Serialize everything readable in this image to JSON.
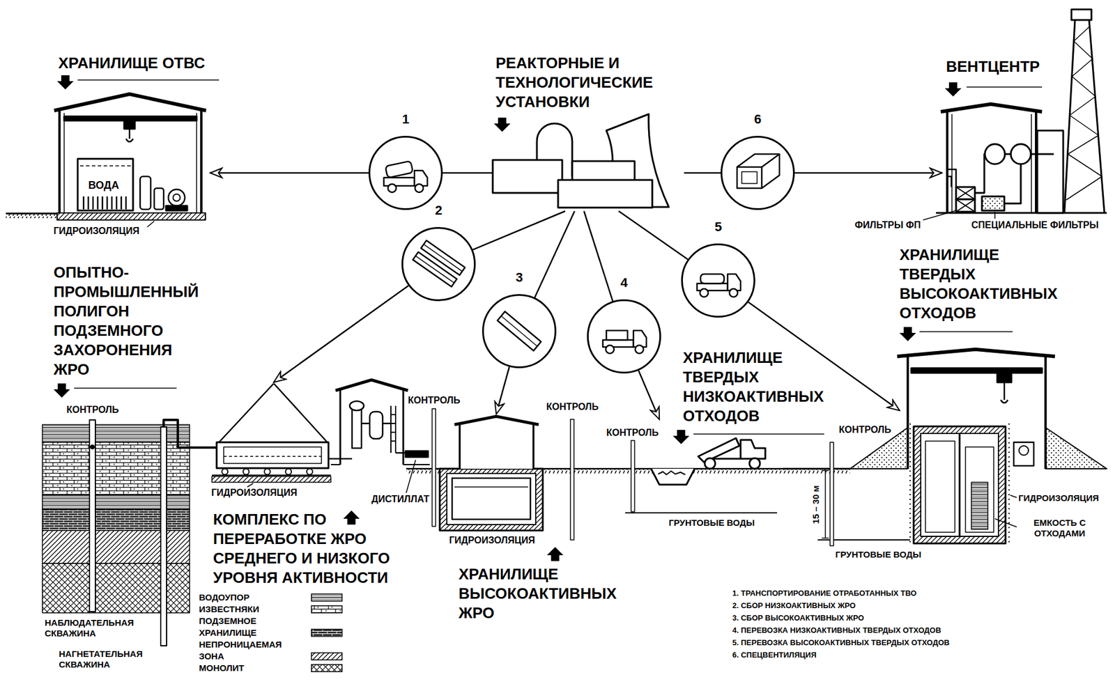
{
  "diagram": {
    "nodes": [
      {
        "text": [
          "ХРАНИЛИЩЕ ОТВС"
        ]
      },
      {
        "text": [
          "РЕАКТОРНЫЕ И ТЕХНОЛОГИЧЕСКИЕ УСТАНОВКИ"
        ]
      },
      {
        "text": [
          "ВЕНТЦЕНТР"
        ]
      },
      {
        "text": [
          "ОПЫТНО- ПРОМЫШЛЕННЫЙ ПОЛИГОН ПОДЗЕМНОГО ЗАХОРОНЕНИЯ ЖРО"
        ]
      },
      {
        "text": [
          "КОМПЛЕКС ПО ПЕРЕРАБОТКЕ ЖРО СРЕДНЕГО И НИЗКОГО УРОВНЯ АКТИВНОСТИ"
        ]
      },
      {
        "text": [
          "ХРАНИЛИЩЕ ВЫСОКОАКТИВНЫХ ЖРО"
        ]
      },
      {
        "text": [
          "ХРАНИЛИЩЕ ТВЕРДЫХ НИЗКОАКТИВНЫХ ОТХОДОВ"
        ]
      },
      {
        "text": [
          "ХРАНИЛИЩЕ ТВЕРДЫХ ВЫСОКОАКТИВНЫХ ОТХОДОВ"
        ]
      },
      {
        "text": [
          "1"
        ]
      },
      {
        "text": [
          "2"
        ]
      },
      {
        "text": [
          "3"
        ]
      },
      {
        "text": [
          "4"
        ]
      },
      {
        "text": [
          "5"
        ]
      },
      {
        "text": [
          "6"
        ]
      }
    ],
    "edges": [
      {
        "from": 1,
        "to": 8,
        "arrow": "none"
      },
      {
        "from": 8,
        "to": 0,
        "arrow": "to"
      },
      {
        "from": 1,
        "to": 9,
        "arrow": "none"
      },
      {
        "from": 9,
        "to": 4,
        "arrow": "to"
      },
      {
        "from": 1,
        "to": 10,
        "arrow": "none"
      },
      {
        "from": 10,
        "to": 5,
        "arrow": "to"
      },
      {
        "from": 1,
        "to": 11,
        "arrow": "none"
      },
      {
        "from": 11,
        "to": 6,
        "arrow": "to"
      },
      {
        "from": 1,
        "to": 12,
        "arrow": "none"
      },
      {
        "from": 12,
        "to": 7,
        "arrow": "to"
      },
      {
        "from": 1,
        "to": 13,
        "arrow": "none"
      },
      {
        "from": 13,
        "to": 2,
        "arrow": "to"
      },
      {
        "from": 4,
        "to": 3,
        "arrow": "none"
      }
    ],
    "labels": [
      "ВОДА",
      "ГИДРОИЗОЛЯЦИЯ",
      "ФИЛЬТРЫ ФП",
      "СПЕЦИАЛЬНЫЕ ФИЛЬТРЫ",
      "КОНТРОЛЬ",
      "ГИДРОИЗОЛЯЦИЯ",
      "ДИСТИЛЛАТ",
      "КОНТРОЛЬ",
      "КОНТРОЛЬ",
      "ГИДРОИЗОЛЯЦИЯ",
      "КОНТРОЛЬ",
      "ГРУНТОВЫЕ ВОДЫ",
      "КОНТРОЛЬ",
      "15 – 30 м",
      "ГРУНТОВЫЕ ВОДЫ",
      "ГИДРОИЗОЛЯЦИЯ",
      "ЕМКОСТЬ С ОТХОДАМИ",
      "НАБЛЮДАТЕЛЬНАЯ СКВАЖИНА",
      "НАГНЕТАТЕЛЬНАЯ СКВАЖИНА",
      "1. ТРАНСПОРТИРОВАНИЕ ОТРАБОТАННЫХ ТВО",
      "2. СБОР НИЗКОАКТИВНЫХ ЖРО",
      "3. СБОР ВЫСОКОАКТИВНЫХ ЖРО",
      "4. ПЕРЕВОЗКА НИЗКОАКТИВНЫХ ТВЕРДЫХ ОТХОДОВ",
      "5. ПЕРЕВОЗКА ВЫСОКОАКТИВНЫХ ТВЕРДЫХ ОТХОДОВ",
      "6. СПЕЦВЕНТИЛЯЦИЯ"
    ],
    "legend": [
      {
        "text": "ВОДОУПОР"
      },
      {
        "text": "ИЗВЕСТНЯКИ"
      },
      {
        "text": "ПОДЗЕМНОЕ ХРАНИЛИЩЕ"
      },
      {
        "text": "НЕПРОНИЦАЕМАЯ ЗОНА"
      },
      {
        "text": "МОНОЛИТ"
      }
    ]
  }
}
